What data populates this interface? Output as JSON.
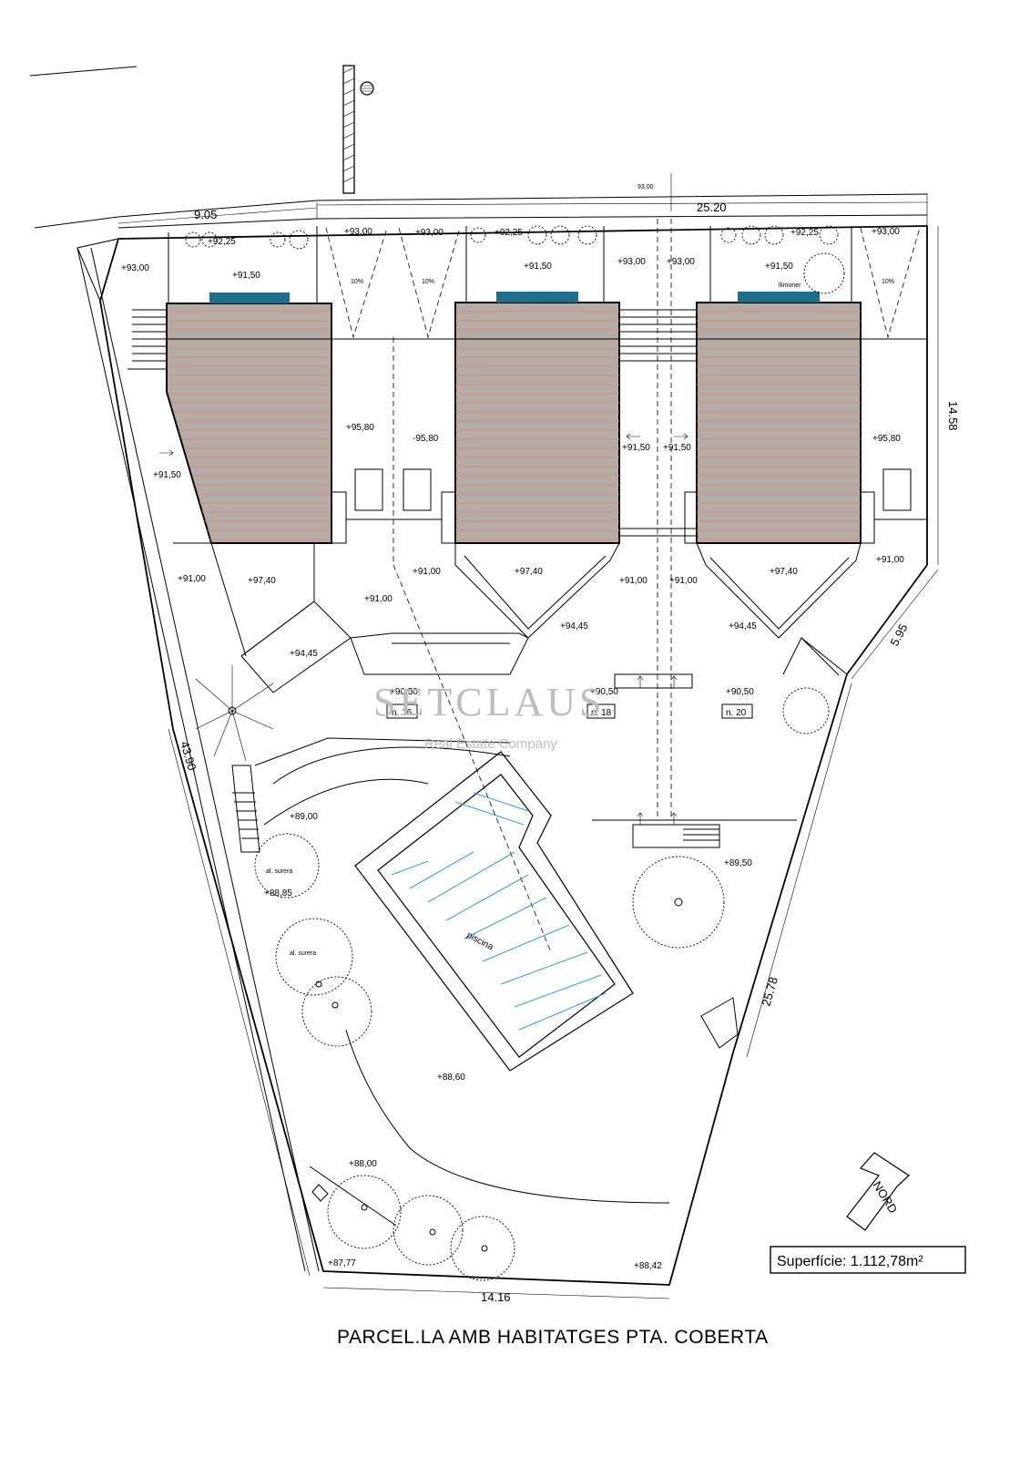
{
  "watermark": {
    "brand": "SETCLAUS",
    "tagline": "Real Estate Company"
  },
  "title": "PARCEL.LA AMB HABITATGES PTA. COBERTA",
  "surface": "Superfície: 1.112,78m²",
  "north": "NORD",
  "dimensions": {
    "top_left": "9.05",
    "top_right": "25.20",
    "right_upper": "14.58",
    "right_mid": "5.95",
    "right_lower": "25.78",
    "left": "43.90",
    "bottom": "14.16"
  },
  "levels": {
    "road": "93,00",
    "l93_left": "+93,00",
    "l93_a": "+93,00",
    "l93_b": "+93,00",
    "l93_c": "+93,00",
    "l93_d": "+93,00",
    "l93_e": "+93,00",
    "l9225_a": "+92,25",
    "l9225_b": "+92,25",
    "l9225_c": "+92,25",
    "l9150_a": "+91,50",
    "l9150_b": "+91,50",
    "l9150_c": "+91,50",
    "l9150_left": "+91,50",
    "l9150_mid1": "+91,50",
    "l9150_mid2": "+91,50",
    "l9580_a": "+95,80",
    "l9580_b": "-95,80",
    "l9580_c": "+95,80",
    "l9100_a": "+91,00",
    "l9100_b": "+91,00",
    "l9100_c": "+91,00",
    "l9100_d": "+91,00",
    "l9100_e": "+91,00",
    "l9100_f": "+91,00",
    "l9740_a": "+97,40",
    "l9740_b": "+97,40",
    "l9740_c": "+97,40",
    "l9445_a": "+94,45",
    "l9445_b": "+94,45",
    "l9445_c": "+94,45",
    "l9050_a": "+90,50",
    "l9050_b": "+90,50",
    "l9050_c": "+90,50",
    "l8900": "+89,00",
    "l8950": "+89,50",
    "l8885": "+88,85",
    "l8860": "+88,60",
    "l8800": "+88,00",
    "l8777": "+87,77",
    "l8842": "+88,42"
  },
  "slopes": {
    "a": "10%",
    "b": "10%",
    "c": "10%"
  },
  "units": {
    "a": "n. 16",
    "b": "n. 18",
    "c": "n. 20"
  },
  "trees": {
    "cork1": "al. surera",
    "cork2": "al. surera",
    "lemon": "llimoner"
  },
  "pool_label": "piscina"
}
